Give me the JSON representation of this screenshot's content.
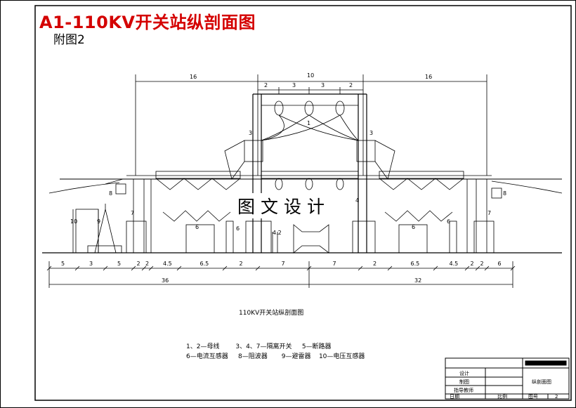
{
  "header": {
    "title": "A1-110KV开关站纵剖面图",
    "subtitle": "附图2"
  },
  "watermark": "图文设计",
  "dimensions": {
    "top": [
      "16",
      "10",
      "16"
    ],
    "bay": [
      "2",
      "3",
      "3",
      "2"
    ],
    "bottom_row": [
      "5",
      "3",
      "5",
      "2",
      "2",
      "4.5",
      "6.5",
      "2",
      "7",
      "7",
      "2",
      "6.5",
      "4.5",
      "2",
      "2",
      "6"
    ],
    "totals": [
      "36",
      "32"
    ],
    "heights": [
      "10",
      "4.2"
    ]
  },
  "labels": {
    "busbar": "1",
    "switch": "3",
    "switch_r": "3",
    "breaker": "4",
    "ct_l": "6",
    "ct_r": "6",
    "trap": "8",
    "trap_r": "8",
    "arrester": "9",
    "vt": "10",
    "iso7_l": "7",
    "iso7_r": "7",
    "iso6_l": "6",
    "iso6_r": "6"
  },
  "caption": "110KV开关站纵剖面图",
  "legend": {
    "line1": "1、2—母线        3、4、7—隔离开关     5—断路器",
    "line2": "6—电流互感器     8—阻波器       9—避雷器    10—电压互感器"
  },
  "title_block": {
    "design": "设计",
    "draw": "制图",
    "guide": "指导教师",
    "drawing_name": "纵剖面图",
    "date": "日期",
    "scale": "比例",
    "drawing_no": "图号",
    "drawing_no_value": "2"
  }
}
